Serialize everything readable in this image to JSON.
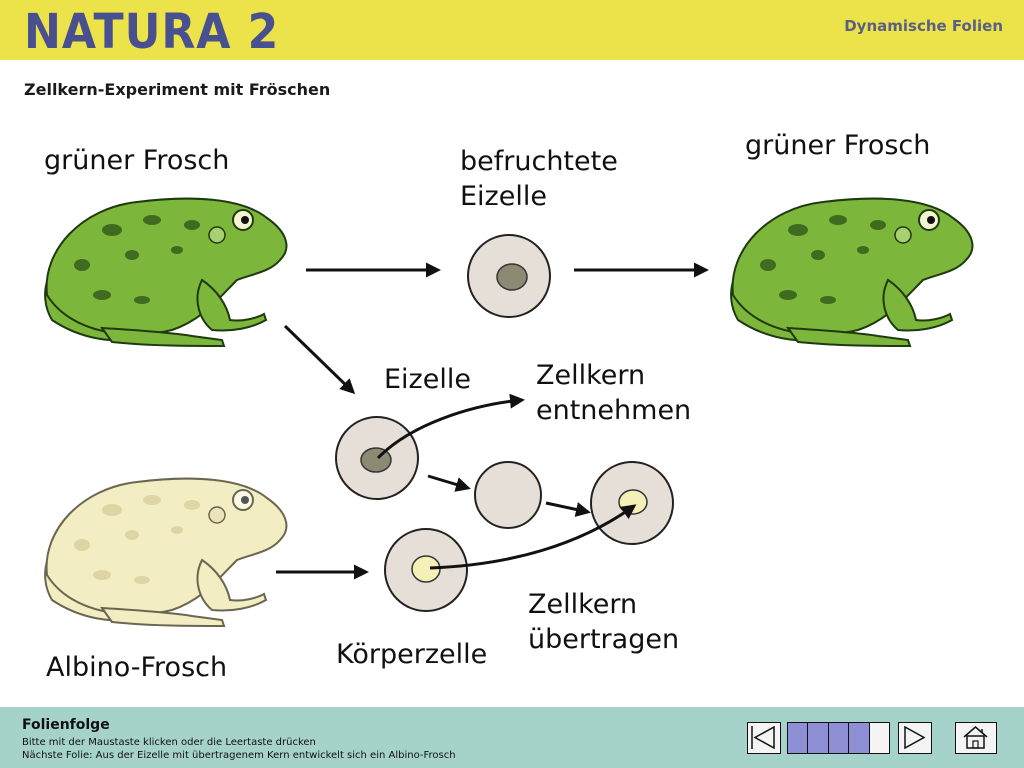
{
  "header": {
    "logo": "NATURA 2",
    "section": "Dynamische Folien"
  },
  "slide": {
    "title": "Zellkern-Experiment mit Fröschen",
    "labels": {
      "green_frog_left": "grüner Frosch",
      "fertilized_egg_line1": "befruchtete",
      "fertilized_egg_line2": "Eizelle",
      "green_frog_right": "grüner Frosch",
      "egg_cell": "Eizelle",
      "remove_nucleus_line1": "Zellkern",
      "remove_nucleus_line2": "entnehmen",
      "transfer_nucleus_line1": "Zellkern",
      "transfer_nucleus_line2": "übertragen",
      "body_cell": "Körperzelle",
      "albino_frog": "Albino-Frosch"
    }
  },
  "colors": {
    "header_bg": "#ece24a",
    "logo": "#49508f",
    "footer_bg": "#a6d3c9",
    "green_frog": "#7cb63a",
    "green_spots": "#3f6a20",
    "albino_frog": "#f3edc4",
    "cell_fill": "#e6dfd7",
    "dark_nucleus": "#8c8a72",
    "light_nucleus": "#f4f0b8"
  },
  "footer": {
    "title": "Folienfolge",
    "line1": "Bitte mit der Maustaste klicken oder die Leertaste drücken",
    "line2": "Nächste Folie: Aus der Eizelle mit übertragenem Kern entwickelt sich ein Albino-Frosch"
  },
  "nav": {
    "first_icon": "first-slide-icon",
    "next_icon": "next-slide-icon",
    "home_icon": "home-icon"
  }
}
